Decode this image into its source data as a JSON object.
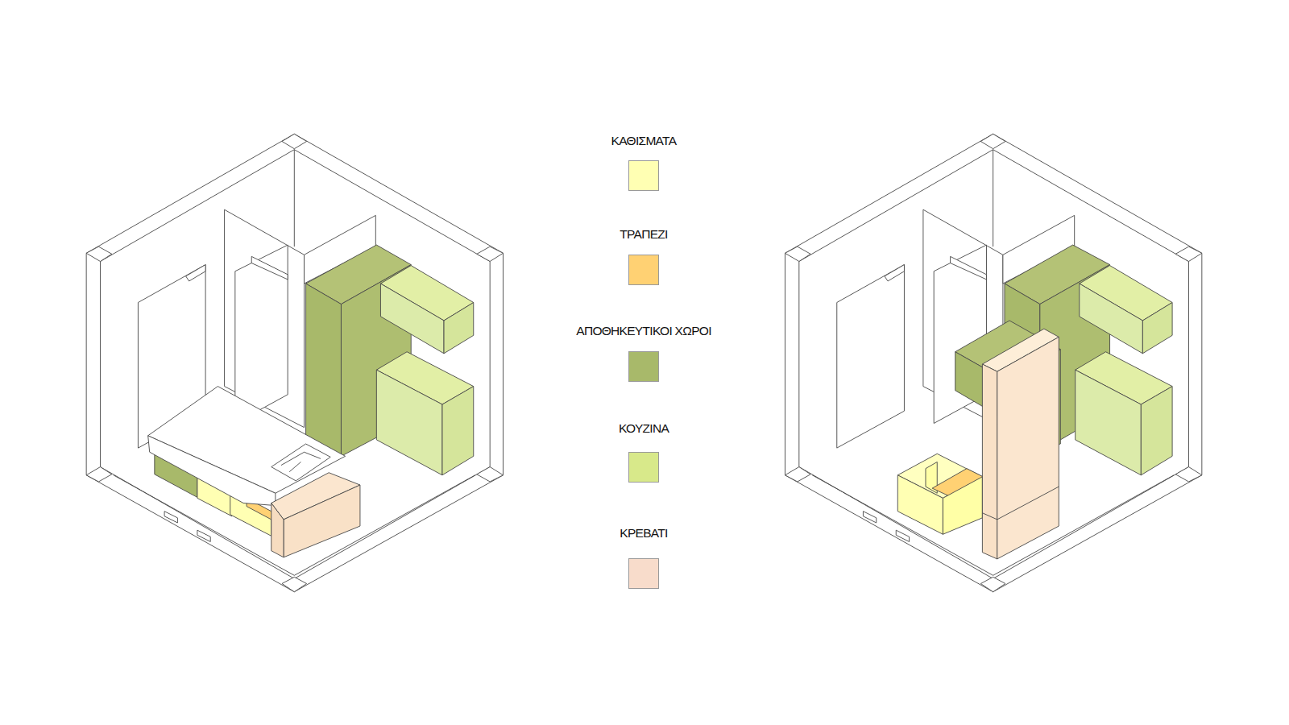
{
  "diagram": {
    "legend": [
      {
        "text": "ΚΑΘΙΣΜΑΤΑ",
        "color": "#ffffb3"
      },
      {
        "text": "ΤΡΑΠΕΖΙ",
        "color": "#ffd173"
      },
      {
        "text": "ΑΠΟΘΗΚΕΥΤΙΚΟΙ ΧΩΡΟΙ",
        "color": "#a8b96a"
      },
      {
        "text": "ΚΟΥΖΙΝΑ",
        "color": "#d8e98a"
      },
      {
        "text": "ΚΡΕΒΑΤΙ",
        "color": "#f8dccb"
      }
    ]
  }
}
